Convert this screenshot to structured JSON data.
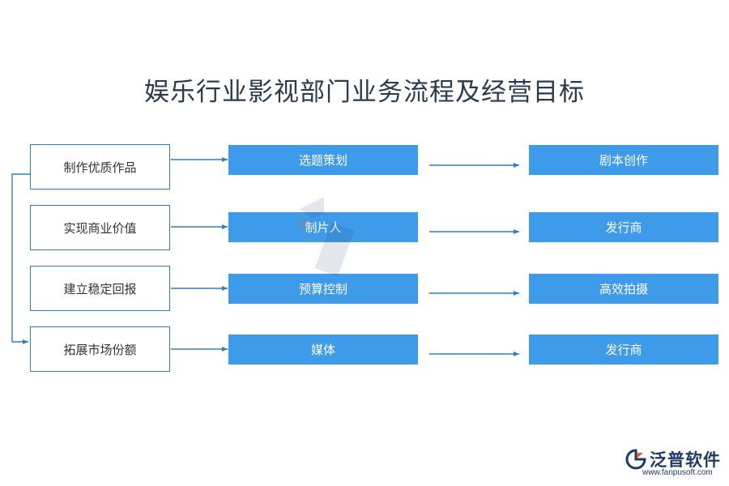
{
  "title": "娱乐行业影视部门业务流程及经营目标",
  "rows": [
    {
      "goal": "制作优质作品",
      "step": "选题策划",
      "result": "剧本创作"
    },
    {
      "goal": "实现商业价值",
      "step": "制片人",
      "result": "发行商"
    },
    {
      "goal": "建立稳定回报",
      "step": "预算控制",
      "result": "高效拍摄"
    },
    {
      "goal": "拓展市场份额",
      "step": "媒体",
      "result": "发行商"
    }
  ],
  "logo": {
    "name": "泛普软件",
    "url": "www.fanpusoft.com"
  },
  "colors": {
    "accent": "#3d9be9",
    "border": "#2f7fc4",
    "title": "#2b3a4e"
  }
}
